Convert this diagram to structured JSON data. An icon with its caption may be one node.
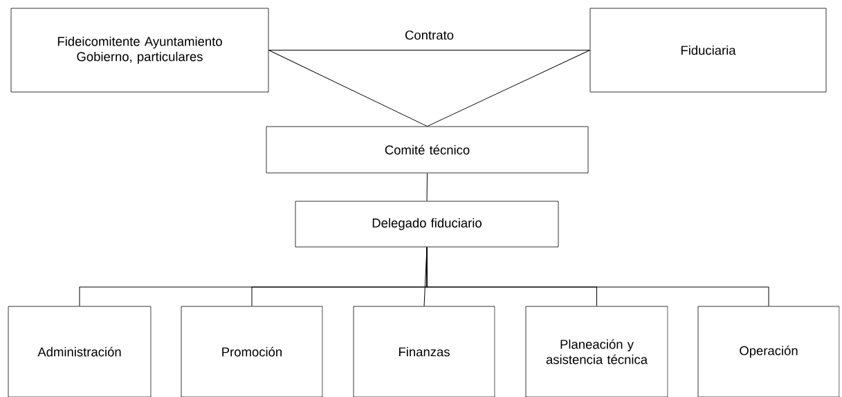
{
  "diagram": {
    "nodes": [
      {
        "text": [
          "Fideicomitente Ayuntamiento Gobierno, particulares"
        ]
      },
      {
        "text": [
          "Fiduciaria"
        ]
      },
      {
        "text": [
          "Comité técnico"
        ]
      },
      {
        "text": [
          "Delegado fiduciario"
        ]
      },
      {
        "text": [
          "Administración"
        ]
      },
      {
        "text": [
          "Promoción"
        ]
      },
      {
        "text": [
          "Finanzas"
        ]
      },
      {
        "text": [
          "Planeación y asistencia técnica"
        ]
      },
      {
        "text": [
          "Operación"
        ]
      }
    ],
    "edges": [
      {
        "from": 0,
        "to": 1,
        "arrow": "none",
        "label": "Contrato"
      },
      {
        "from": 0,
        "to": 2,
        "arrow": "none"
      },
      {
        "from": 1,
        "to": 2,
        "arrow": "none"
      },
      {
        "from": 2,
        "to": 3,
        "arrow": "none"
      },
      {
        "from": 3,
        "to": 4,
        "arrow": "none"
      },
      {
        "from": 3,
        "to": 5,
        "arrow": "none"
      },
      {
        "from": 3,
        "to": 6,
        "arrow": "none"
      },
      {
        "from": 3,
        "to": 7,
        "arrow": "none"
      },
      {
        "from": 3,
        "to": 8,
        "arrow": "none"
      }
    ]
  }
}
